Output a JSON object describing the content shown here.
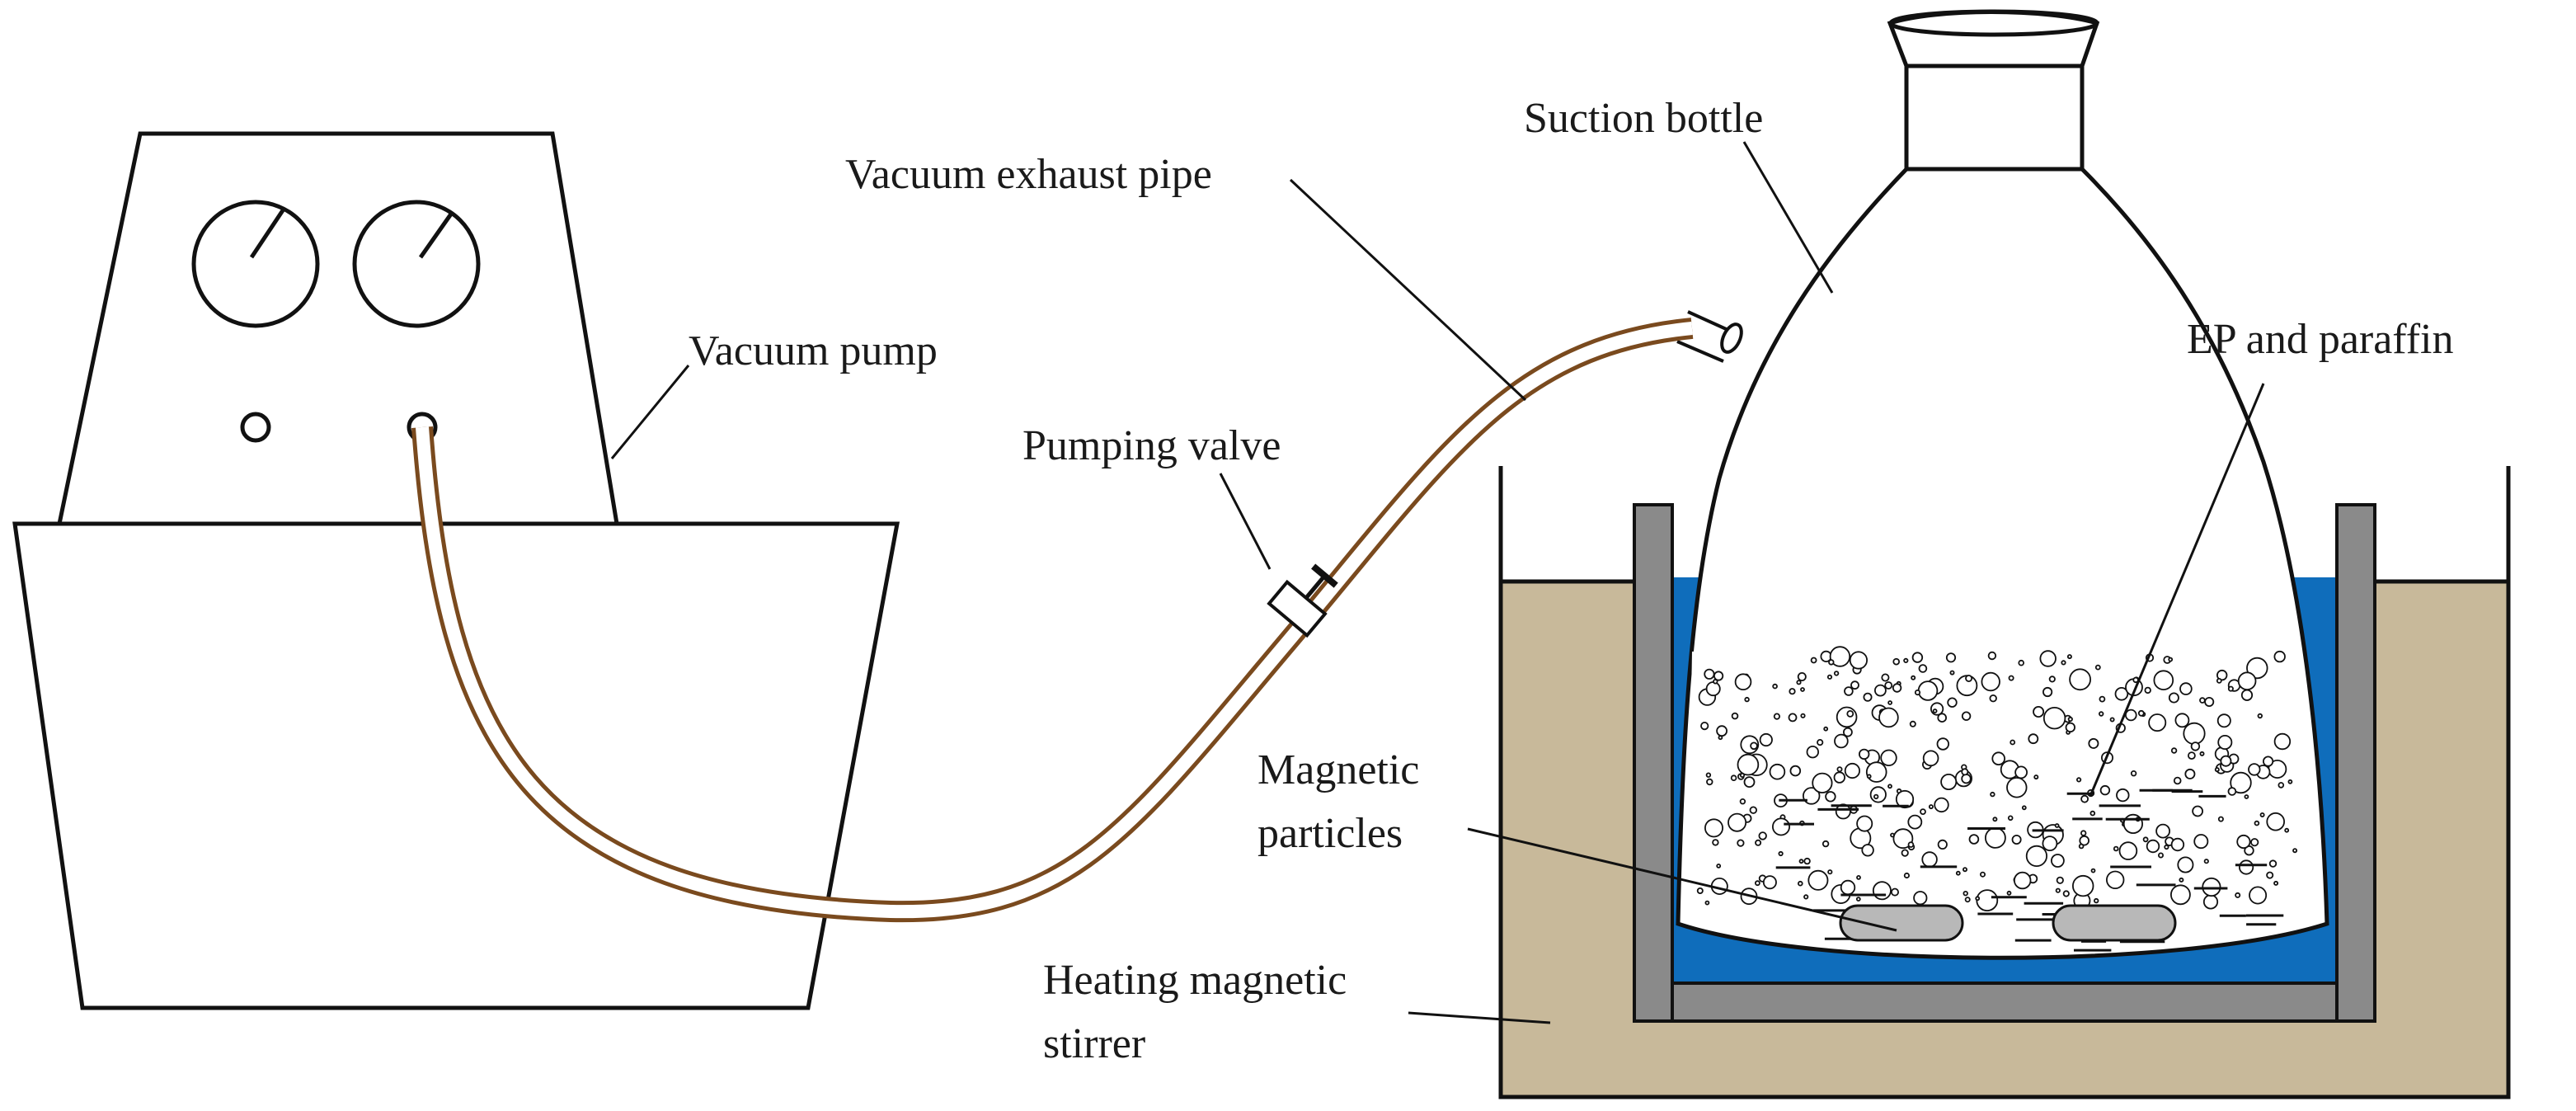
{
  "labels": {
    "suction_bottle": "Suction bottle",
    "vacuum_exhaust_pipe": "Vacuum exhaust pipe",
    "vacuum_pump": "Vacuum pump",
    "ep_and_paraffin": "EP and  paraffin",
    "pumping_valve": "Pumping valve",
    "magnetic_particles_line1": "Magnetic",
    "magnetic_particles_line2": "particles",
    "heating_stirrer_line1": "Heating magnetic",
    "heating_stirrer_line2": "stirrer"
  },
  "colors": {
    "tube": "#7a4a1e",
    "water": "#0f6dbb",
    "sand": "#c8b99a",
    "wall": "#8a8a8a",
    "magnet": "#b8b8b8",
    "line": "#111111"
  }
}
